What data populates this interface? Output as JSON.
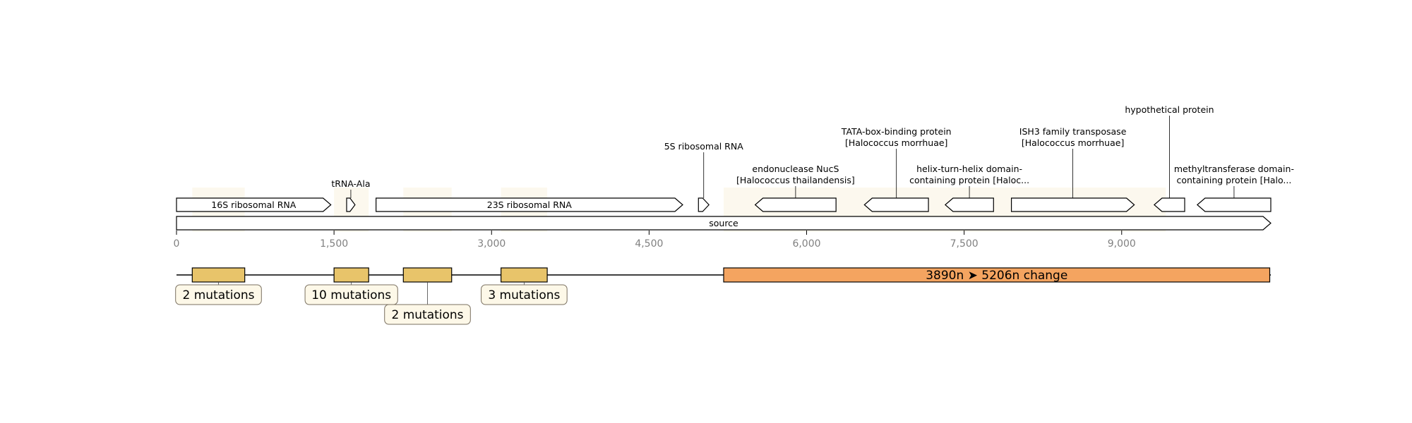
{
  "colors": {
    "feature_fill": "#ffffff",
    "feature_stroke": "#000000",
    "highlight_band": "#fcf8ee",
    "mutation_box": "#e8c46a",
    "change_box": "#f4a460",
    "badge_fill": "#fdf8e8",
    "badge_stroke": "#7a7060",
    "axis_tick_text": "#808080"
  },
  "axis": {
    "min": 0,
    "max": 10420,
    "ticks": [
      {
        "value": 0,
        "label": "0"
      },
      {
        "value": 1500,
        "label": "1,500"
      },
      {
        "value": 3000,
        "label": "3,000"
      },
      {
        "value": 4500,
        "label": "4,500"
      },
      {
        "value": 6000,
        "label": "6,000"
      },
      {
        "value": 7500,
        "label": "7,500"
      },
      {
        "value": 9000,
        "label": "9,000"
      }
    ]
  },
  "source": {
    "label": "source",
    "start": 0,
    "end": 10420,
    "strand": 1
  },
  "features": [
    {
      "id": "16s",
      "label": "16S ribosomal RNA",
      "start": 0,
      "end": 1470,
      "strand": 1,
      "label_inside": true
    },
    {
      "id": "trna",
      "label": "tRNA-Ala",
      "start": 1620,
      "end": 1700,
      "strand": 1,
      "label_inside": false,
      "label_level": 1
    },
    {
      "id": "23s",
      "label": "23S ribosomal RNA",
      "start": 1900,
      "end": 4820,
      "strand": 1,
      "label_inside": true
    },
    {
      "id": "5s",
      "label": "5S ribosomal RNA",
      "start": 4970,
      "end": 5070,
      "strand": 1,
      "label_inside": false,
      "label_level": 3
    },
    {
      "id": "nucs",
      "label": "endonuclease NucS\n[Halococcus thailandensis]",
      "start": 5510,
      "end": 6280,
      "strand": -1,
      "label_inside": false,
      "label_level": 2
    },
    {
      "id": "tata",
      "label": "TATA-box-binding protein\n[Halococcus morrhuae]",
      "start": 6550,
      "end": 7160,
      "strand": -1,
      "label_inside": false,
      "label_level": 4
    },
    {
      "id": "hth",
      "label": "helix-turn-helix domain-\ncontaining protein [Haloc...",
      "start": 7320,
      "end": 7780,
      "strand": -1,
      "label_inside": false,
      "label_level": 2
    },
    {
      "id": "ish3",
      "label": "ISH3 family transposase\n[Halococcus morrhuae]",
      "start": 7950,
      "end": 9120,
      "strand": 1,
      "label_inside": false,
      "label_level": 4
    },
    {
      "id": "hyp",
      "label": "hypothetical protein",
      "start": 9310,
      "end": 9600,
      "strand": -1,
      "label_inside": false,
      "label_level": 5
    },
    {
      "id": "mtase",
      "label": "methyltransferase domain-\ncontaining protein [Halo...",
      "start": 9720,
      "end": 10420,
      "strand": -1,
      "label_inside": false,
      "label_level": 2
    }
  ],
  "highlight_regions": [
    {
      "start": 150,
      "end": 650
    },
    {
      "start": 1500,
      "end": 1830
    },
    {
      "start": 2160,
      "end": 2620
    },
    {
      "start": 3090,
      "end": 3530
    },
    {
      "start": 5210,
      "end": 9420
    }
  ],
  "mutation_regions": [
    {
      "start": 150,
      "end": 650,
      "label": "2 mutations",
      "badge_row": 0
    },
    {
      "start": 1500,
      "end": 1830,
      "label": "10 mutations",
      "badge_row": 0
    },
    {
      "start": 2160,
      "end": 2620,
      "label": "2 mutations",
      "badge_row": 1
    },
    {
      "start": 3090,
      "end": 3530,
      "label": "3 mutations",
      "badge_row": 0
    }
  ],
  "change_region": {
    "start": 5210,
    "end": 10410,
    "label": "3890n ➤ 5206n change"
  }
}
